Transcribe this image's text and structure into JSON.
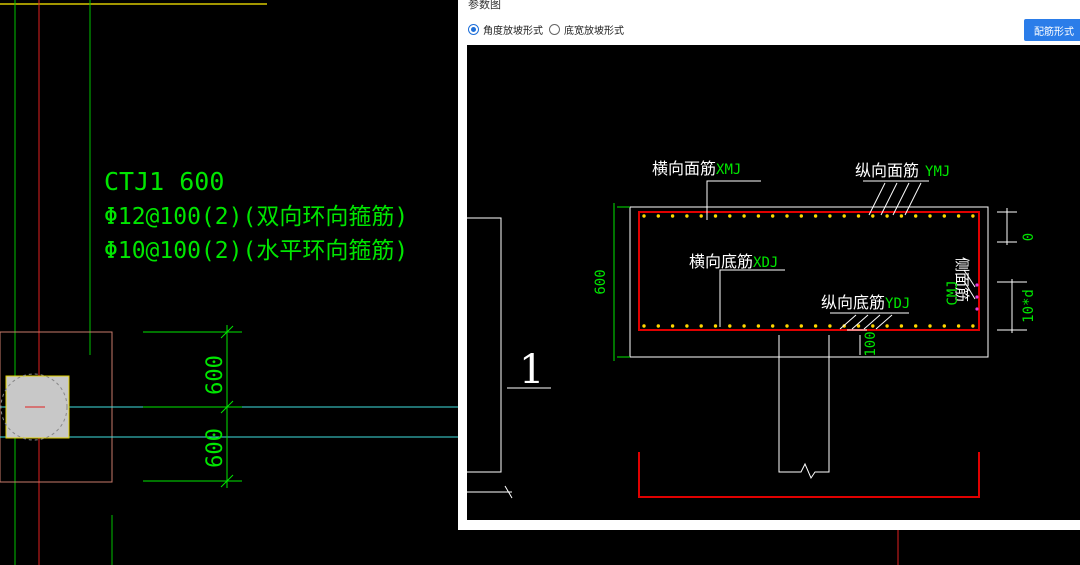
{
  "cad": {
    "label_line1": "CTJ1 600",
    "label_line2": "Φ12@100(2)(双向环向箍筋)",
    "label_line3": "Φ10@100(2)(水平环向箍筋)",
    "dim_upper": "600",
    "dim_lower": "600"
  },
  "panel": {
    "title": "参数图",
    "option_angle": "角度放坡形式",
    "option_width": "底宽放坡形式",
    "selected_option": "angle",
    "config_button": "配筋形式"
  },
  "diagram": {
    "section_mark": "1",
    "height_dim": "600",
    "top_trans_label": "横向面筋",
    "top_trans_code": "XMJ",
    "top_long_label": "纵向面筋",
    "top_long_code": "YMJ",
    "bot_trans_label": "横向底筋",
    "bot_trans_code": "XDJ",
    "bot_long_label": "纵向底筋",
    "bot_long_code": "YDJ",
    "side_label": "侧面筋",
    "side_code": "CMJ",
    "dim_zero": "0",
    "dim_10d": "10*d",
    "dim_100": "100"
  },
  "colors": {
    "cad_green": "#00e600",
    "rebar_red": "#e00000",
    "dot_yellow": "#ffd700",
    "accent_blue": "#2b7de9"
  }
}
